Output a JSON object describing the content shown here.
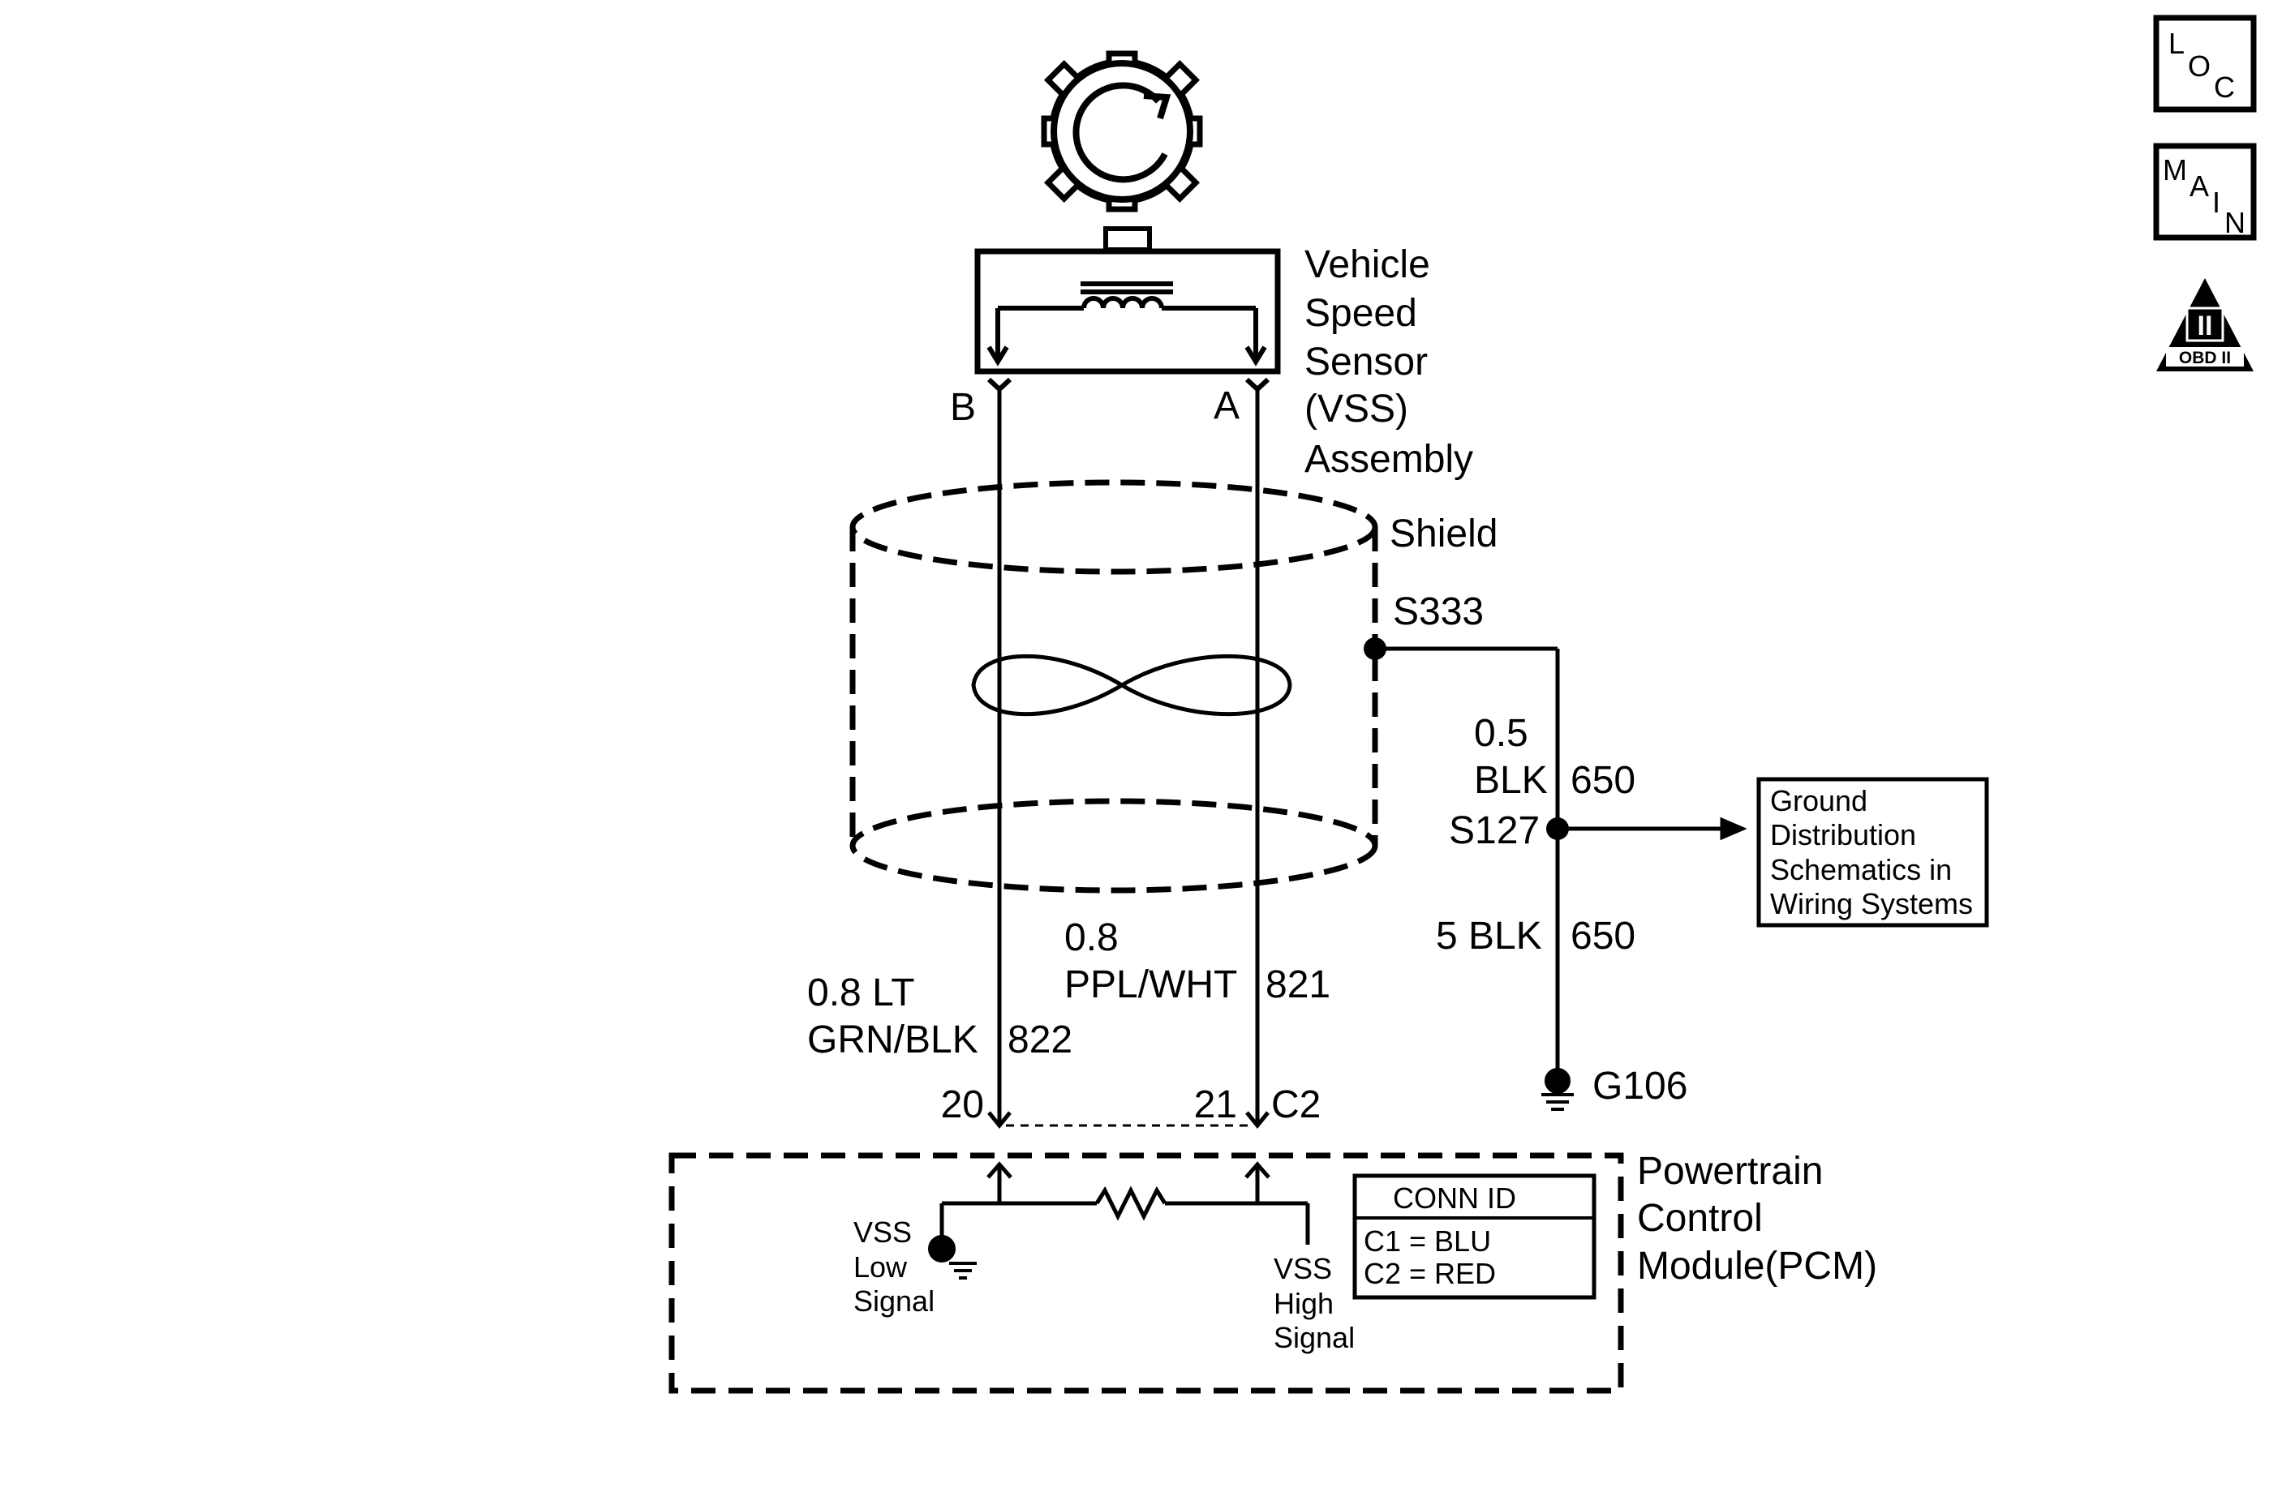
{
  "sensor": {
    "title_lines": [
      "Vehicle",
      "Speed",
      "Sensor",
      "(VSS)",
      "Assembly"
    ],
    "pin_b": "B",
    "pin_a": "A"
  },
  "shield": {
    "label": "Shield"
  },
  "splice_s333": {
    "label": "S333"
  },
  "ground_wire_upper": {
    "gauge": "0.5",
    "color": "BLK",
    "circuit": "650"
  },
  "splice_s127": {
    "label": "S127"
  },
  "ground_wire_lower": {
    "color_gauge": "5 BLK",
    "circuit": "650"
  },
  "ground_g106": {
    "label": "G106"
  },
  "ground_ref_box": {
    "lines": [
      "Ground",
      "Distribution",
      "Schematics in",
      "Wiring Systems"
    ]
  },
  "wire_low": {
    "line1": "0.8 LT",
    "line2": "GRN/BLK",
    "circuit": "822",
    "pin": "20"
  },
  "wire_high": {
    "line1": "0.8",
    "line2": "PPL/WHT",
    "circuit": "821",
    "pin": "21",
    "connector": "C2"
  },
  "pcm": {
    "title_lines": [
      "Powertrain",
      "Control",
      "Module(PCM)"
    ],
    "low_signal": [
      "VSS",
      "Low",
      "Signal"
    ],
    "high_signal": [
      "VSS",
      "High",
      "Signal"
    ]
  },
  "conn_id": {
    "header": "CONN ID",
    "rows": [
      "C1 = BLU",
      "C2 = RED"
    ]
  },
  "nav_icons": {
    "loc": {
      "l": "L",
      "o": "O",
      "c": "C"
    },
    "main": {
      "m": "M",
      "a": "A",
      "i": "I",
      "n": "N"
    },
    "obd": {
      "numeral": "II",
      "caption": "OBD II"
    }
  }
}
